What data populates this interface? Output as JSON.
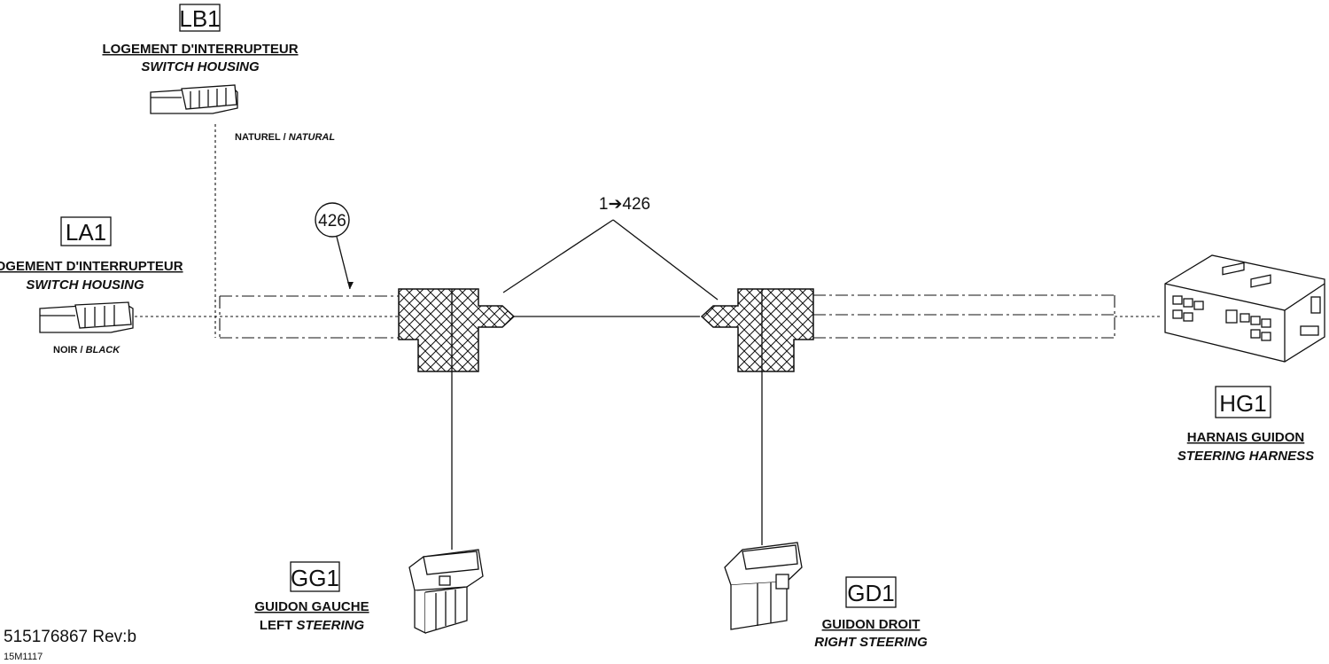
{
  "connectors": {
    "lb1": {
      "tag": "LB1",
      "name_fr": "LOGEMENT D'INTERRUPTEUR",
      "name_en": "SWITCH HOUSING",
      "color_fr": "NATUREL / ",
      "color_en": "NATURAL"
    },
    "la1": {
      "tag": "LA1",
      "name_fr": "LOGEMENT D'INTERRUPTEUR",
      "name_en": "SWITCH HOUSING",
      "color_fr": "NOIR / ",
      "color_en": "BLACK"
    },
    "hg1": {
      "tag": "HG1",
      "name_fr": "HARNAIS GUIDON",
      "name_en": "STEERING HARNESS"
    },
    "gg1": {
      "tag": "GG1",
      "name_fr": "GUIDON GAUCHE",
      "name_en_plain": "LEFT ",
      "name_en_it": "STEERING"
    },
    "gd1": {
      "tag": "GD1",
      "name_fr": "GUIDON DROIT",
      "name_en": "RIGHT STEERING"
    }
  },
  "callouts": {
    "bubble": "426",
    "range": "1➔426"
  },
  "footer": {
    "part_number": "515176867 Rev:b",
    "drawing_code": "15M1117"
  }
}
